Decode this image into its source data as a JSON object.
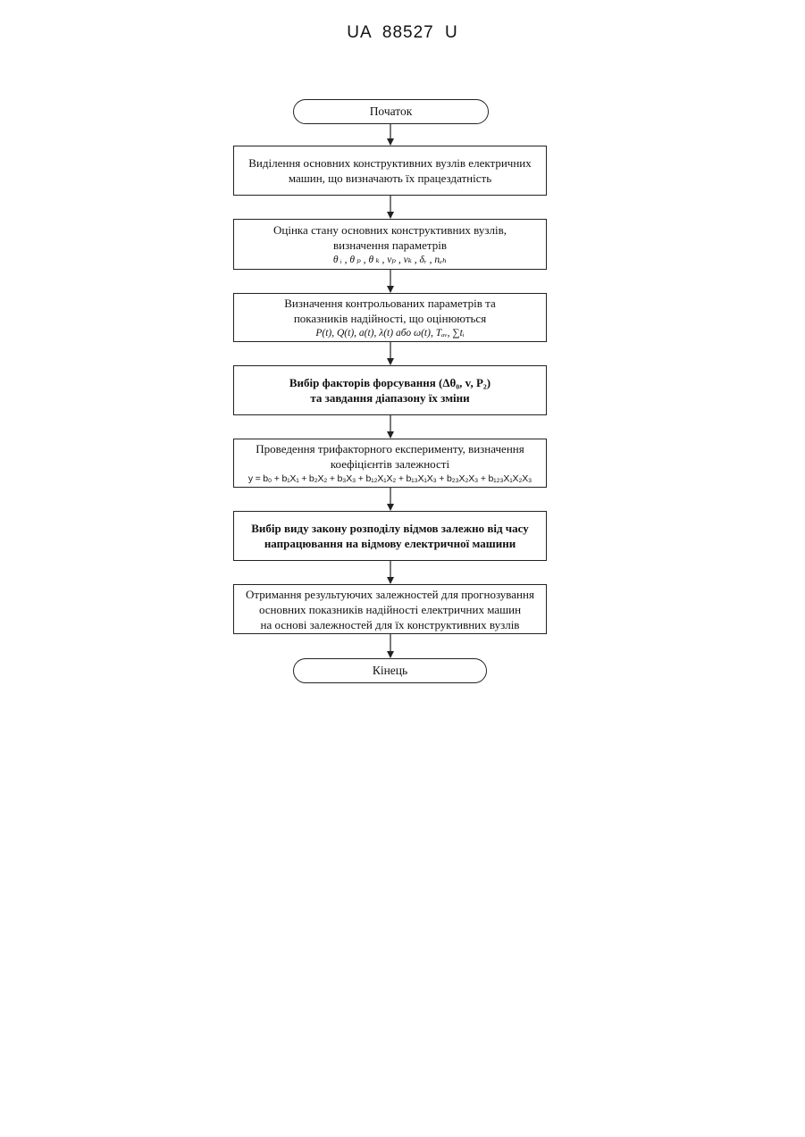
{
  "header": {
    "document_id": "UA   88527   U"
  },
  "flowchart": {
    "start": "Початок",
    "steps": [
      {
        "lines": [
          "Виділення основних конструктивних вузлів електричних",
          "машин, що визначають їх працездатність"
        ],
        "formula": ""
      },
      {
        "lines": [
          "Оцінка стану основних конструктивних вузлів,",
          "визначення параметрів"
        ],
        "formula": "θ ᵢ , θ ₚ , θ ₖ , vₚ , vₖ , δᵣ , nₑₕ"
      },
      {
        "lines": [
          "Визначення контрольованих параметрів та",
          "показників надійності, що оцінюються"
        ],
        "formula": "P(t), Q(t), a(t), λ(t) або ω(t), Tₐᵥ, ∑tᵢ"
      },
      {
        "lines": [
          "Вибір факторів форсування (Δθ₀, v, P₂)",
          "та завдання діапазону їх зміни"
        ],
        "formula": ""
      },
      {
        "lines": [
          "Проведення трифакторного експерименту, визначення",
          "коефіцієнтів залежності"
        ],
        "formula": "y = b₀ + b₁X₁ + b₂X₂ + b₃X₃ + b₁₂X₁X₂ + b₁₃X₁X₃ + b₂₃X₂X₃ + b₁₂₃X₁X₂X₃"
      },
      {
        "lines": [
          "Вибір виду закону розподілу відмов залежно від часу",
          "напрацювання на відмову електричної машини"
        ],
        "formula": ""
      },
      {
        "lines": [
          "Отримання результуючих залежностей для прогнозування",
          "основних показників надійності електричних машин",
          "на основі залежностей для їх конструктивних вузлів"
        ],
        "formula": ""
      }
    ],
    "end": "Кінець"
  }
}
